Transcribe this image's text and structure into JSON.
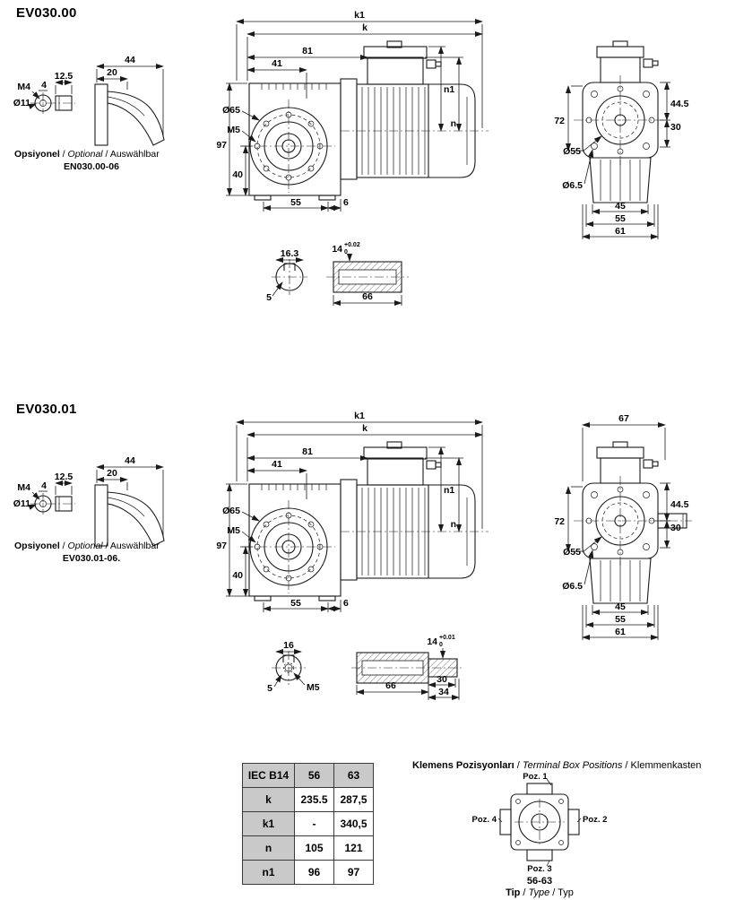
{
  "labels": {
    "sep": " / "
  },
  "s1": {
    "title": "EV030.00",
    "optional": {
      "a": "Opsiyonel",
      "b": "Optional",
      "c": "Auswählbar"
    },
    "optional_code": "EN030.00-06",
    "acc": {
      "d125": "12.5",
      "d4": "4",
      "m4": "M4",
      "d11": "Ø11",
      "d44": "44",
      "d20": "20"
    },
    "side": {
      "k1": "k1",
      "k": "k",
      "d81": "81",
      "d41": "41",
      "n1": "n1",
      "n": "n",
      "d65": "Ø65",
      "m5": "M5",
      "d97": "97",
      "d40": "40",
      "d55": "55",
      "d6": "6"
    },
    "front": {
      "d72": "72",
      "d445": "44.5",
      "d30": "30",
      "d55": "Ø55",
      "d65": "Ø6.5",
      "b45": "45",
      "b55": "55",
      "b61": "61"
    },
    "shaft": {
      "d163": "16.3",
      "d5": "5",
      "d14": "14",
      "tol_hi": "+0.02",
      "tol_lo": "0",
      "d66": "66"
    }
  },
  "s2": {
    "title": "EV030.01",
    "optional": {
      "a": "Opsiyonel",
      "b": "Optional",
      "c": "Auswählbar"
    },
    "optional_code": "EV030.01-06.",
    "acc": {
      "d125": "12.5",
      "d4": "4",
      "m4": "M4",
      "d11": "Ø11",
      "d44": "44",
      "d20": "20"
    },
    "side": {
      "k1": "k1",
      "k": "k",
      "d81": "81",
      "d41": "41",
      "n1": "n1",
      "n": "n",
      "d65": "Ø65",
      "m5": "M5",
      "d97": "97",
      "d40": "40",
      "d55": "55",
      "d6": "6"
    },
    "front": {
      "d67": "67",
      "d72": "72",
      "d445": "44.5",
      "d30": "30",
      "d55": "Ø55",
      "d65": "Ø6.5",
      "b45": "45",
      "b55": "55",
      "b61": "61"
    },
    "shaft": {
      "d16": "16",
      "d5": "5",
      "m5": "M5",
      "d14": "14",
      "tol_hi": "+0.01",
      "tol_lo": "0",
      "d66": "66",
      "d30": "30",
      "d34": "34"
    }
  },
  "table": {
    "headers": [
      "IEC B14",
      "56",
      "63"
    ],
    "rows": [
      {
        "label": "k",
        "c56": "235.5",
        "c63": "287,5"
      },
      {
        "label": "k1",
        "c56": "-",
        "c63": "340,5"
      },
      {
        "label": "n",
        "c56": "105",
        "c63": "121"
      },
      {
        "label": "n1",
        "c56": "96",
        "c63": "97"
      }
    ]
  },
  "terminal": {
    "heading": {
      "a": "Klemens Pozisyonları",
      "b": "Terminal Box Positions",
      "c": "Klemmenkasten"
    },
    "positions": {
      "p1": "Poz. 1",
      "p2": "Poz. 2",
      "p3": "Poz. 3",
      "p4": "Poz. 4"
    },
    "size_range": "56-63",
    "type": {
      "a": "Tip",
      "b": "Type",
      "c": "Typ"
    }
  },
  "colors": {
    "line": "#1a1a1a",
    "table_shade": "#c9c9c9",
    "background": "#ffffff"
  }
}
